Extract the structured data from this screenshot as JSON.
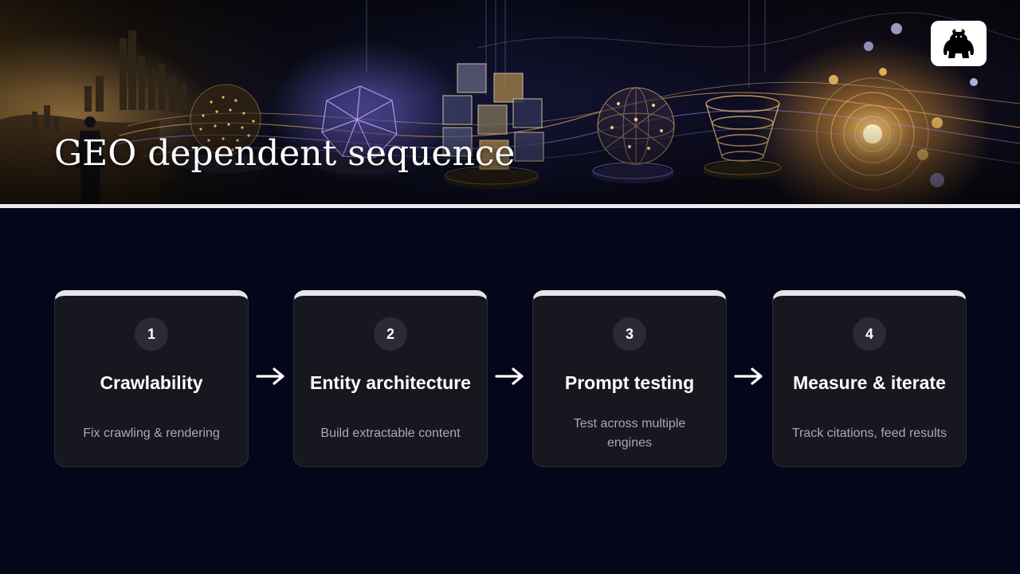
{
  "slide": {
    "title": "GEO dependent sequence",
    "logo_icon": "gorilla-silhouette-icon",
    "colors": {
      "background": "#06061a",
      "card": "#17171f",
      "card_top_accent": "#e6e6ea",
      "badge": "#2b2b35",
      "text": "#ffffff",
      "muted_text": "#a8a9b6"
    }
  },
  "steps": [
    {
      "number": "1",
      "title": "Crawlability",
      "description": "Fix crawling & rendering"
    },
    {
      "number": "2",
      "title": "Entity architecture",
      "description": "Build extractable content"
    },
    {
      "number": "3",
      "title": "Prompt testing",
      "description": "Test across multiple engines"
    },
    {
      "number": "4",
      "title": "Measure & iterate",
      "description": "Track citations, feed results"
    }
  ],
  "connector_icon": "arrow-right-icon"
}
